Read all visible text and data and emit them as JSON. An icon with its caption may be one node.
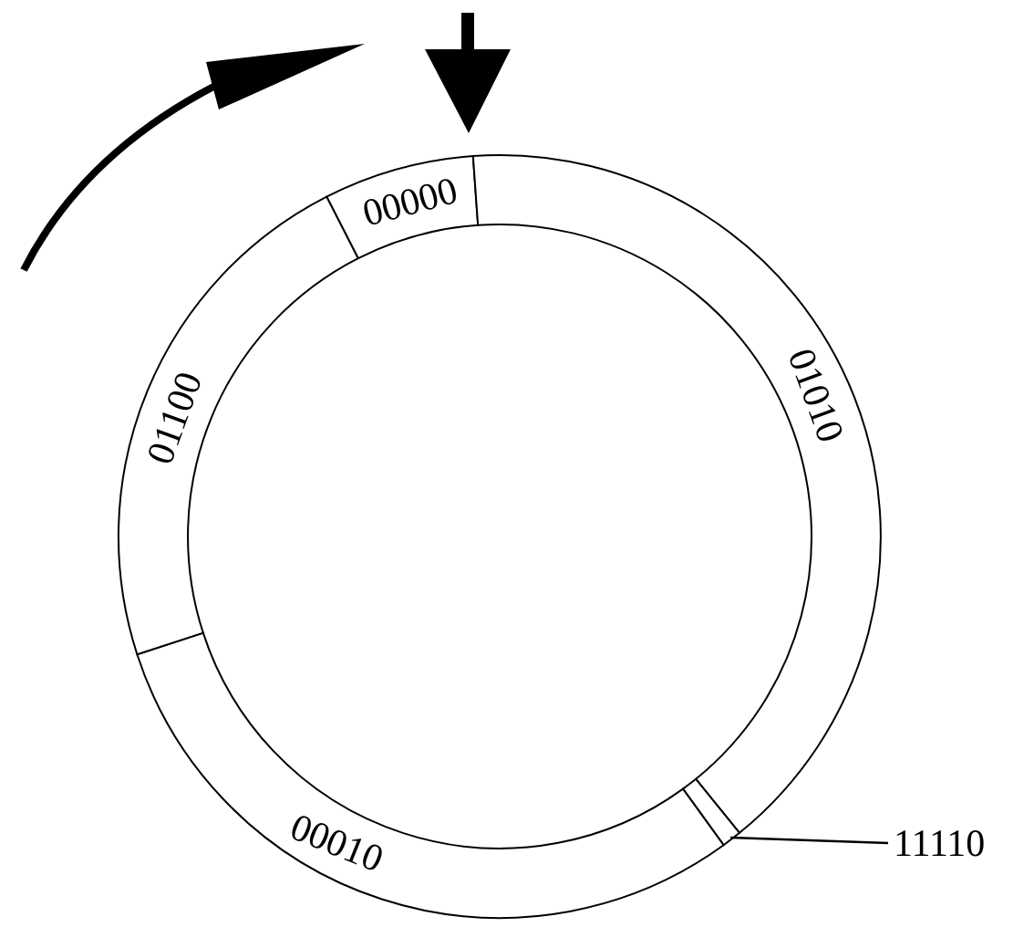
{
  "diagram": {
    "nodes": [
      {
        "text": [
          "00000"
        ]
      },
      {
        "text": [
          "01010"
        ]
      },
      {
        "text": [],
        "shape": "bar"
      },
      {
        "text": [
          "00010"
        ]
      },
      {
        "text": [
          "01100"
        ]
      },
      {
        "text": [
          "11110"
        ]
      }
    ],
    "edges": [
      {
        "from": 5,
        "to": 2,
        "arrow": "none"
      }
    ]
  }
}
